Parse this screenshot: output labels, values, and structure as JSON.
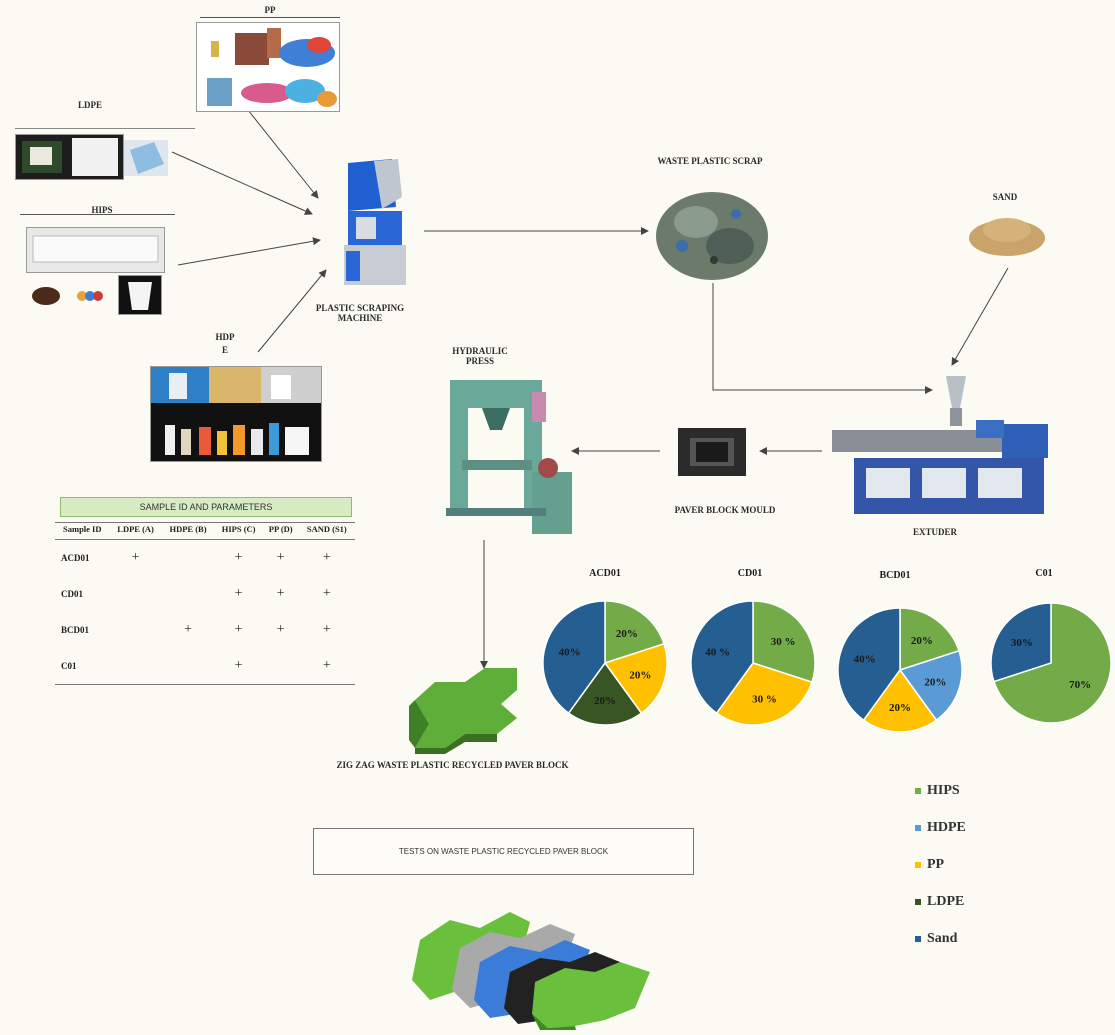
{
  "inputs": {
    "pp": "PP",
    "ldpe": "LDPE",
    "hips": "HIPS",
    "hdpe_line1": "HDP",
    "hdpe_line2": "E",
    "sand": "SAND"
  },
  "process": {
    "scraping_machine": "PLASTIC SCRAPING MACHINE",
    "waste_scrap": "WASTE PLASTIC SCRAP",
    "hydraulic_press": "HYDRAULIC PRESS",
    "extruder": "EXTUDER",
    "mould": "PAVER BLOCK MOULD",
    "zigzag_block": "ZIG ZAG WASTE PLASTIC RECYCLED PAVER BLOCK",
    "tests": "TESTS ON WASTE PLASTIC RECYCLED PAVER BLOCK"
  },
  "sample_table": {
    "title": "SAMPLE ID AND PARAMETERS",
    "headers": [
      "Sample ID",
      "LDPE (A)",
      "HDPE (B)",
      "HIPS (C)",
      "PP (D)",
      "SAND (S1)"
    ],
    "rows": [
      {
        "id": "ACD01",
        "cells": [
          "+",
          "",
          "+",
          "+",
          "+"
        ]
      },
      {
        "id": "CD01",
        "cells": [
          "",
          "",
          "+",
          "+",
          "+"
        ]
      },
      {
        "id": "BCD01",
        "cells": [
          "",
          "+",
          "+",
          "+",
          "+"
        ]
      },
      {
        "id": "C01",
        "cells": [
          "",
          "",
          "+",
          "",
          "+"
        ]
      }
    ]
  },
  "legend": [
    {
      "label": "HIPS",
      "color": "#72ab48"
    },
    {
      "label": "HDPE",
      "color": "#5b9bd5"
    },
    {
      "label": "PP",
      "color": "#ffc000"
    },
    {
      "label": "LDPE",
      "color": "#375623"
    },
    {
      "label": "Sand",
      "color": "#255e91"
    }
  ],
  "chart_data": [
    {
      "type": "pie",
      "title": "ACD01",
      "slices": [
        {
          "label": "HIPS",
          "value": 20,
          "text": "20%",
          "color": "#72ab48"
        },
        {
          "label": "PP",
          "value": 20,
          "text": "20%",
          "color": "#ffc000"
        },
        {
          "label": "LDPE",
          "value": 20,
          "text": "20%",
          "color": "#375623"
        },
        {
          "label": "Sand",
          "value": 40,
          "text": "40%",
          "color": "#255e91"
        }
      ]
    },
    {
      "type": "pie",
      "title": "CD01",
      "slices": [
        {
          "label": "HIPS",
          "value": 30,
          "text": "30 %",
          "color": "#72ab48"
        },
        {
          "label": "PP",
          "value": 30,
          "text": "30 %",
          "color": "#ffc000"
        },
        {
          "label": "Sand",
          "value": 40,
          "text": "40 %",
          "color": "#255e91"
        }
      ]
    },
    {
      "type": "pie",
      "title": "BCD01",
      "slices": [
        {
          "label": "HIPS",
          "value": 20,
          "text": "20%",
          "color": "#72ab48"
        },
        {
          "label": "HDPE",
          "value": 20,
          "text": "20%",
          "color": "#5b9bd5"
        },
        {
          "label": "PP",
          "value": 20,
          "text": "20%",
          "color": "#ffc000"
        },
        {
          "label": "Sand",
          "value": 40,
          "text": "40%",
          "color": "#255e91"
        }
      ]
    },
    {
      "type": "pie",
      "title": "C01",
      "slices": [
        {
          "label": "HIPS",
          "value": 70,
          "text": "70%",
          "color": "#72ab48"
        },
        {
          "label": "Sand",
          "value": 30,
          "text": "30%",
          "color": "#255e91"
        }
      ]
    }
  ]
}
